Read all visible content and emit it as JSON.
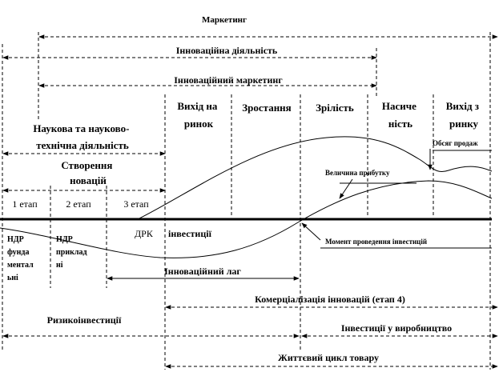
{
  "top": {
    "marketing": "Маркетинг",
    "innovation_activity": "Інноваційна діяльність",
    "innovation_marketing": "Інноваційний маркетинг"
  },
  "phases": {
    "entry": [
      "Вихід на",
      "ринок"
    ],
    "growth": "Зростання",
    "maturity": "Зрілість",
    "saturation": [
      "Насиче",
      "ність"
    ],
    "exit": [
      "Вихід з",
      "ринку"
    ]
  },
  "science": {
    "line1": "Наукова та науково-",
    "line2": "технічна діяльність"
  },
  "creation": {
    "line1": "Створення",
    "line2": "новацій"
  },
  "stages": {
    "s1": "1 етап",
    "s2": "2 етап",
    "s3": "3 етап"
  },
  "curves": {
    "sales_volume": "Обсяг продаж",
    "profit": "Величина прибутку"
  },
  "below_axis": {
    "ndr_fund": [
      "НДР",
      "фунда",
      "ментал",
      "ьні"
    ],
    "ndr_app": [
      "НДР",
      "приклад",
      "ні"
    ],
    "drk": "ДРК",
    "investments": "інвестиції",
    "moment": "Момент проведення інвестицій",
    "lag": "Інноваційний лаг",
    "commercialization": "Комерціалізація  інновацій (етап 4)",
    "risk": "Ризикоінвестиції",
    "production_invest": "Інвестиції у виробництво",
    "life_cycle": "Життєвий цикл товару"
  }
}
